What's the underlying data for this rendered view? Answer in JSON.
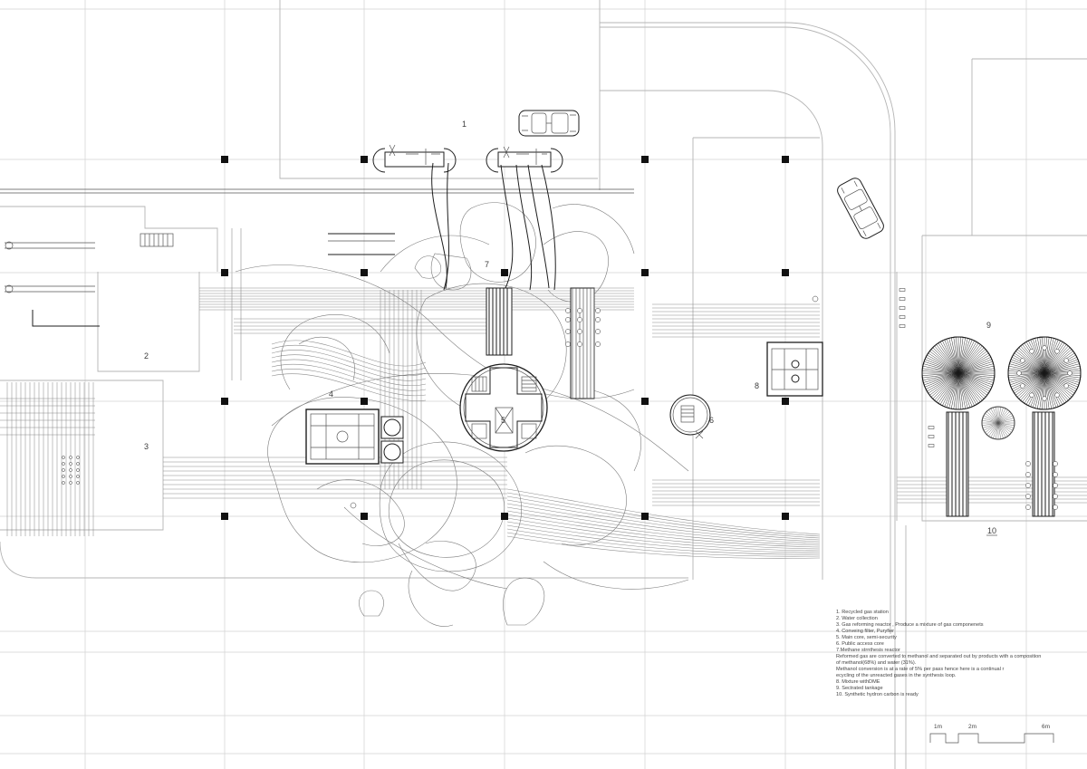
{
  "plan_labels": {
    "recycled_gas_station": "1",
    "water_collection": "2",
    "gas_reforming_reactor": "3",
    "conveing_filter": "4",
    "main_core": "5",
    "public_access_core": "6",
    "methane_synthesis_reactor": "7",
    "mixture_with_dme": "8",
    "sectrated_tankage": "9",
    "synthetic_hydrocarbon": "10"
  },
  "legend": {
    "lines": [
      "1. Recycled gas station",
      "2. Water collection",
      "3. Gas reforming reactor , Produce a mixture of gas componenets",
      "4. Conveing filter, Puryfier",
      "5. Main core, semi-security",
      "6. Public access core",
      "7.Methane strnthesis reactor",
      "Reformed gas are converted to methanol and separated out by products with a composition",
      "of methanol(68%) and water (31%).",
      "Methanol conversion is at a rate of 5% per pass hence here is a continual r",
      "ecycling of the unreacted gases in the synthesis loop.",
      "8. Mixture withDME",
      "9. Sectrated tankage",
      "10. Synthetic hydron carbon is ready"
    ]
  },
  "scale_bar": {
    "labels": [
      "1m",
      "2m",
      "6m"
    ]
  },
  "colors": {
    "background": "#ffffff",
    "line_dark": "#1e1e1e",
    "line_light": "#d2d2d2"
  }
}
